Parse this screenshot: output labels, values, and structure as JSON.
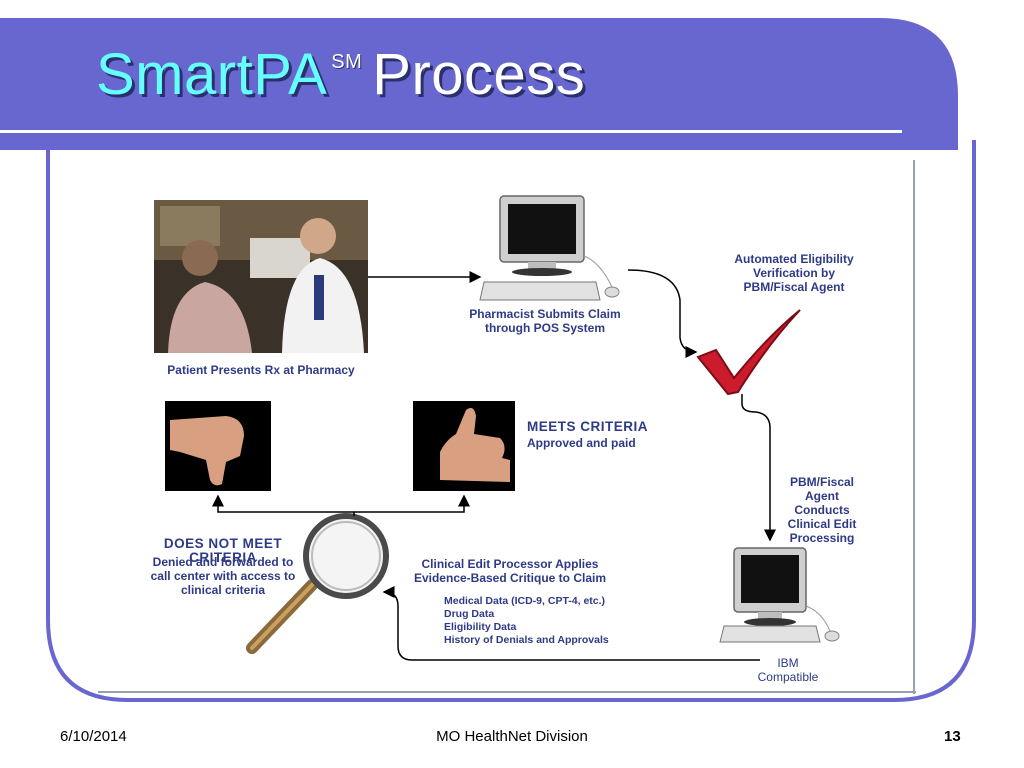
{
  "slide": {
    "title_smart": "Smart",
    "title_pa": "PA",
    "title_sm": "SM",
    "title_process": "Process",
    "colors": {
      "header": "#6767cf",
      "title_accent": "#66ffff",
      "label": "#2e3a86"
    }
  },
  "diagram": {
    "patient_label": "Patient Presents Rx at Pharmacy",
    "pharmacist_label": "Pharmacist Submits Claim\nthrough POS System",
    "verification_label": "Automated Eligibility\nVerification by\nPBM/Fiscal Agent",
    "pbm_label": "PBM/Fiscal\nAgent\nConducts\nClinical Edit\nProcessing",
    "ibm_label": "IBM\nCompatible",
    "clinical_edit_label": "Clinical Edit Processor Applies\nEvidence-Based Critique to Claim",
    "data_items": [
      "Medical Data (ICD-9, CPT-4, etc.)",
      "Drug Data",
      "Eligibility Data",
      "History of Denials and Approvals"
    ],
    "meets_heading": "MEETS CRITERIA",
    "meets_text": "Approved and paid",
    "not_meet_heading": "DOES NOT MEET CRITERIA",
    "not_meet_text": "Denied and forwarded to\ncall center with access to\nclinical criteria"
  },
  "footer": {
    "date": "6/10/2014",
    "center": "MO HealthNet Division",
    "page": "13"
  }
}
